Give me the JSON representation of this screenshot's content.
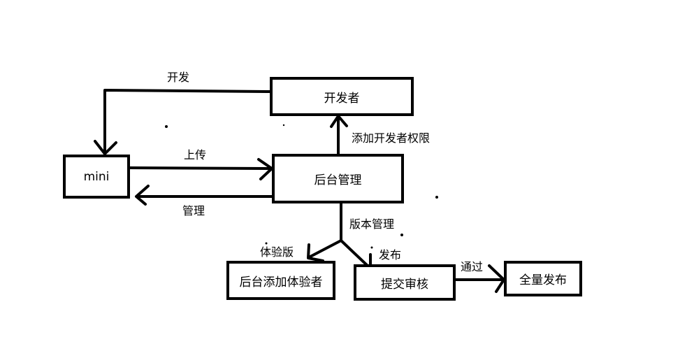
{
  "nodes": {
    "developer": "开发者",
    "mini": "mini",
    "backend": "后台管理",
    "add_tester": "后台添加体验者",
    "submit_review": "提交审核",
    "full_release": "全量发布"
  },
  "edges": {
    "develop": "开发",
    "upload": "上传",
    "manage": "管理",
    "add_dev_permission": "添加开发者权限",
    "version_manage": "版本管理",
    "trial": "体验版",
    "publish": "发布",
    "pass": "通过"
  }
}
